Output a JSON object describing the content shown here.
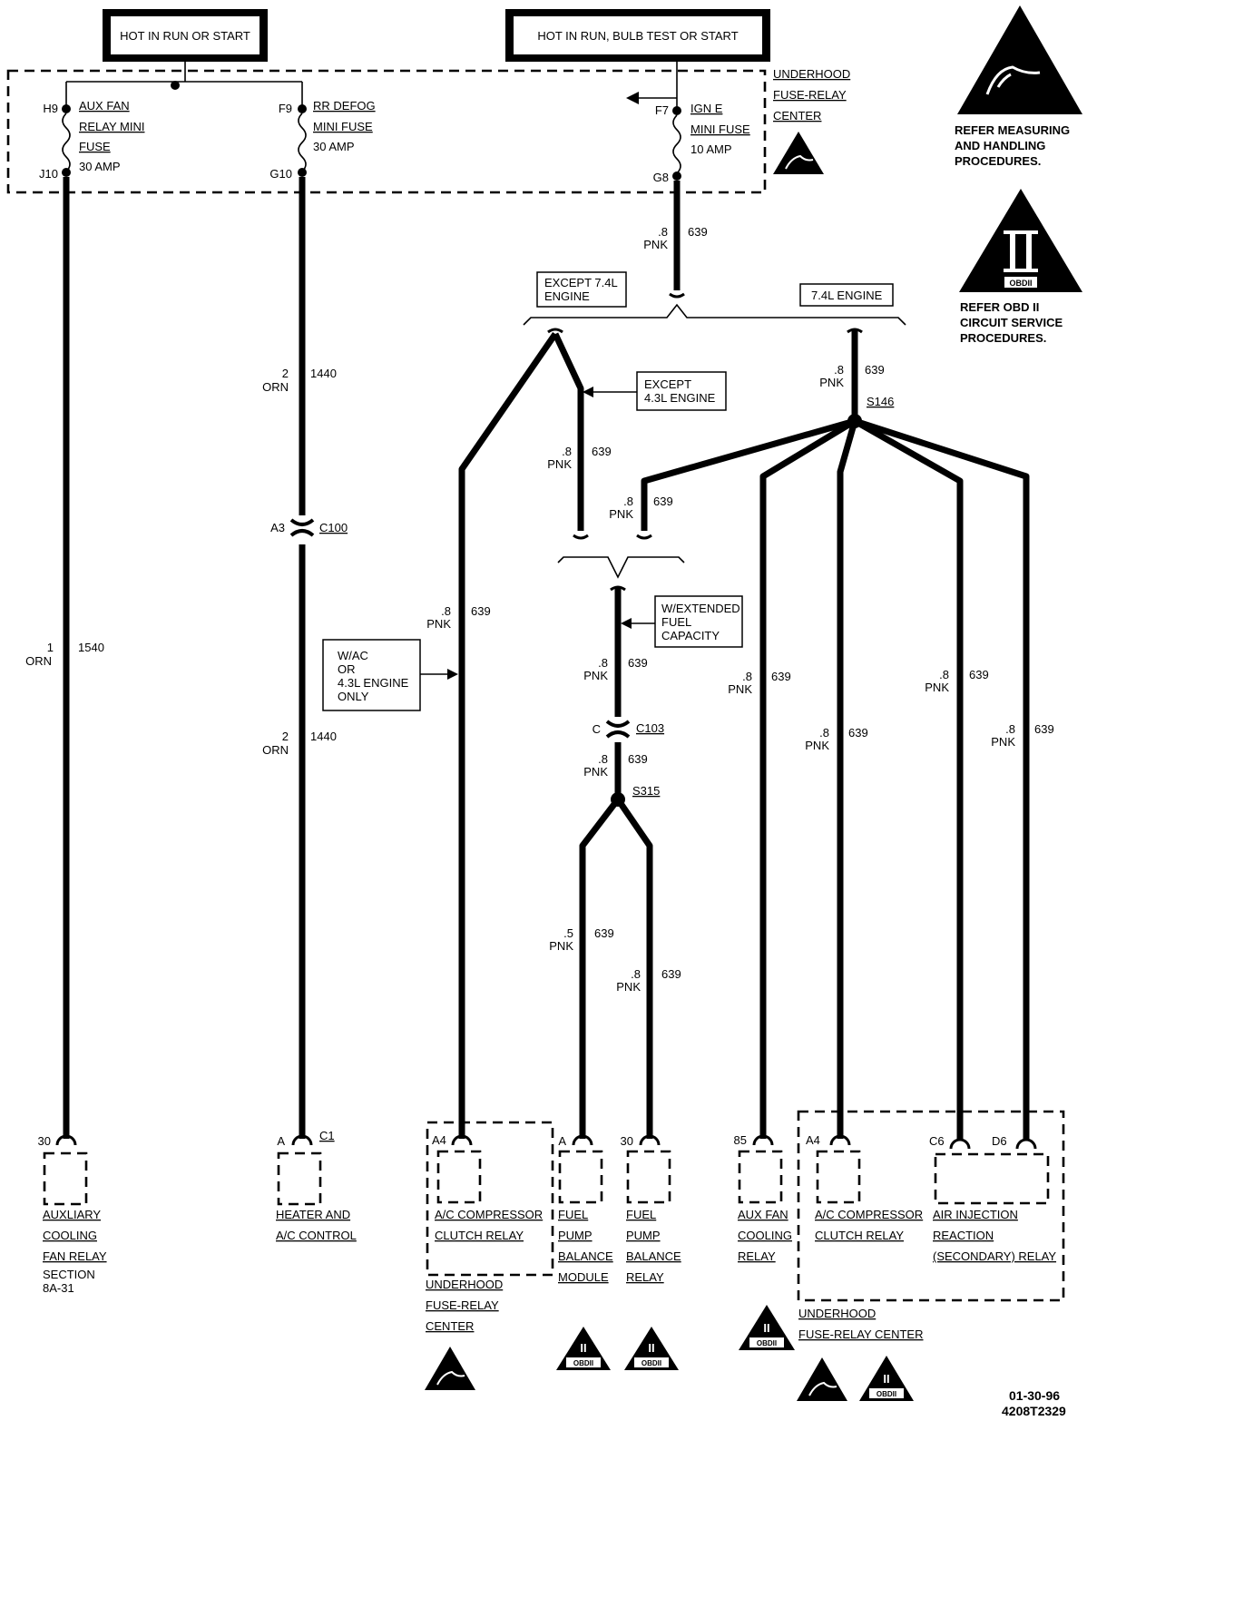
{
  "power_labels": {
    "left": "HOT IN RUN OR START",
    "right": "HOT IN RUN, BULB TEST OR START"
  },
  "fuse_box": {
    "name_lines": [
      "UNDERHOOD",
      "FUSE-RELAY",
      "CENTER"
    ],
    "fuses": [
      {
        "in_pin": "H9",
        "out_pin": "J10",
        "lines": [
          "AUX FAN",
          "RELAY MINI",
          "FUSE"
        ],
        "rating": "30 AMP"
      },
      {
        "in_pin": "F9",
        "out_pin": "G10",
        "lines": [
          "RR DEFOG",
          "MINI FUSE"
        ],
        "rating": "30 AMP"
      },
      {
        "in_pin": "F7",
        "out_pin": "G8",
        "lines": [
          "IGN E",
          "MINI FUSE"
        ],
        "rating": "10 AMP"
      }
    ]
  },
  "notes": {
    "esd": [
      "REFER MEASURING",
      "AND HANDLING",
      "PROCEDURES."
    ],
    "obd": [
      "REFER  OBD II",
      "CIRCUIT SERVICE",
      "PROCEDURES."
    ],
    "obd_badge": "OBDII",
    "obd_numeral": "II"
  },
  "wires": {
    "w639": {
      "size": ".8",
      "color": "PNK",
      "circuit": "639"
    },
    "w639_small": {
      "size": ".5",
      "color": "PNK",
      "circuit": "639"
    },
    "w1440": {
      "size": "2",
      "color": "ORN",
      "circuit": "1440"
    },
    "w1540": {
      "size": "1",
      "color": "ORN",
      "circuit": "1540"
    }
  },
  "options": {
    "except74": [
      "EXCEPT 7.4L",
      "ENGINE"
    ],
    "engine74": "7.4L ENGINE",
    "except43": [
      "EXCEPT",
      "4.3L ENGINE"
    ],
    "extended": [
      "W/EXTENDED",
      "FUEL",
      "CAPACITY"
    ],
    "wac": [
      "W/AC",
      "OR",
      "4.3L ENGINE",
      "ONLY"
    ]
  },
  "connectors": {
    "c100": {
      "name": "C100",
      "pin": "A3"
    },
    "c103": {
      "name": "C103",
      "pin": "C"
    }
  },
  "splices": {
    "s146": "S146",
    "s315": "S315"
  },
  "components": {
    "aux_relay": {
      "pin": "30",
      "lines": [
        "AUXLIARY",
        "COOLING",
        "FAN RELAY"
      ],
      "section": [
        "SECTION",
        "8A-31"
      ]
    },
    "heater": {
      "pin": "A",
      "conn": "C1",
      "lines": [
        "HEATER AND",
        "A/C CONTROL"
      ]
    },
    "ac_relay_1": {
      "pin": "A4",
      "lines": [
        "A/C COMPRESSOR",
        "CLUTCH RELAY"
      ]
    },
    "fuel_module": {
      "pin": "A",
      "lines": [
        "FUEL",
        "PUMP",
        "BALANCE",
        "MODULE"
      ]
    },
    "fuel_relay": {
      "pin": "30",
      "lines": [
        "FUEL",
        "PUMP",
        "BALANCE",
        "RELAY"
      ]
    },
    "aux_fan_relay": {
      "pin": "85",
      "lines": [
        "AUX FAN",
        "COOLING",
        "RELAY"
      ]
    },
    "ac_relay_2": {
      "pin": "A4",
      "lines": [
        "A/C COMPRESSOR",
        "CLUTCH RELAY"
      ]
    },
    "air_injection": {
      "pin_c": "C6",
      "pin_d": "D6",
      "lines": [
        "AIR INJECTION",
        "REACTION",
        "(SECONDARY) RELAY"
      ]
    },
    "center_left": [
      "UNDERHOOD",
      "FUSE-RELAY",
      "CENTER"
    ],
    "center_right": [
      "UNDERHOOD",
      "FUSE-RELAY CENTER"
    ]
  },
  "footer": {
    "date": "01-30-96",
    "code": "4208T2329"
  }
}
